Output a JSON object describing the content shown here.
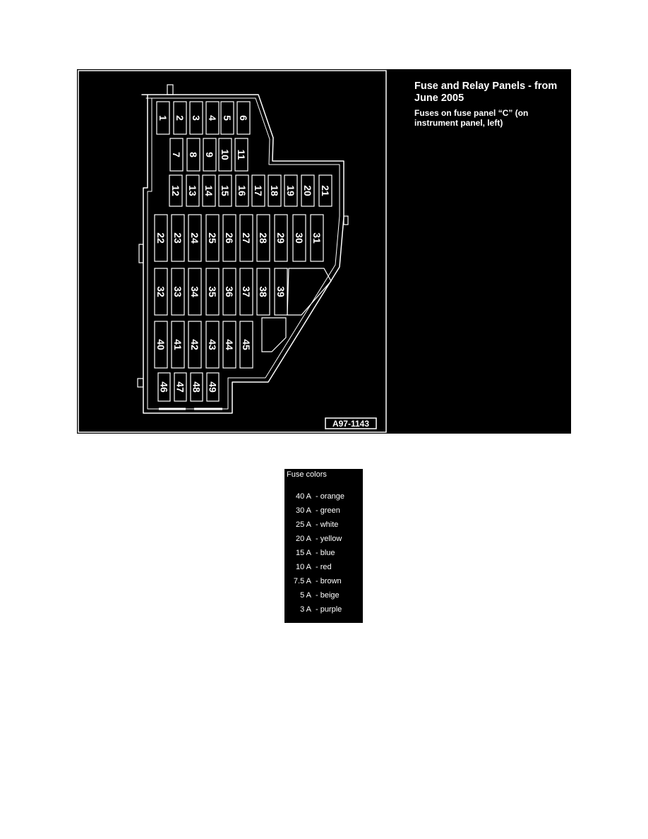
{
  "figure": {
    "title": "Fuse and Relay Panels - from June 2005",
    "subtitle": "Fuses on fuse panel “C” (on instrument panel, left)",
    "code": "A97-1143",
    "fuse_numbers": [
      "1",
      "2",
      "3",
      "4",
      "5",
      "6",
      "7",
      "8",
      "9",
      "10",
      "11",
      "12",
      "13",
      "14",
      "15",
      "16",
      "17",
      "18",
      "19",
      "20",
      "21",
      "22",
      "23",
      "24",
      "25",
      "26",
      "27",
      "28",
      "29",
      "30",
      "31",
      "32",
      "33",
      "34",
      "35",
      "36",
      "37",
      "38",
      "39",
      "40",
      "41",
      "42",
      "43",
      "44",
      "45",
      "46",
      "47",
      "48",
      "49"
    ]
  },
  "legend": {
    "title": "Fuse colors",
    "rows": [
      {
        "amp": "40 A",
        "color": "- orange"
      },
      {
        "amp": "30 A",
        "color": "- green"
      },
      {
        "amp": "25 A",
        "color": "- white"
      },
      {
        "amp": "20 A",
        "color": "- yellow"
      },
      {
        "amp": "15 A",
        "color": "- blue"
      },
      {
        "amp": "10 A",
        "color": "- red"
      },
      {
        "amp": "7.5 A",
        "color": "- brown"
      },
      {
        "amp": "5 A",
        "color": "- beige"
      },
      {
        "amp": "3 A",
        "color": "- purple"
      }
    ]
  }
}
